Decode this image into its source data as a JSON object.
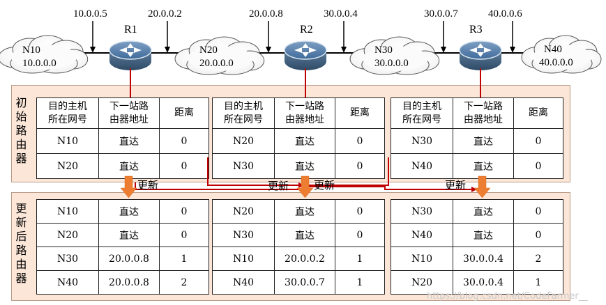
{
  "routers": [
    {
      "name": "R1",
      "left_ip": "10.0.0.5",
      "right_ip": "20.0.0.2"
    },
    {
      "name": "R2",
      "left_ip": "20.0.0.8",
      "right_ip": "30.0.0.4"
    },
    {
      "name": "R3",
      "left_ip": "30.0.0.7",
      "right_ip": "40.0.0.6"
    }
  ],
  "networks": [
    {
      "name": "N10",
      "addr": "10.0.0.0"
    },
    {
      "name": "N20",
      "addr": "20.0.0.0"
    },
    {
      "name": "N30",
      "addr": "30.0.0.0"
    },
    {
      "name": "N40",
      "addr": "40.0.0.0"
    }
  ],
  "labels": {
    "initial": "初始路由器",
    "updated": "更新后路由器",
    "update": "更新"
  },
  "headers": {
    "dest_line1": "目的主机",
    "dest_line2": "所在网号",
    "next_line1": "下一站路",
    "next_line2": "由器地址",
    "distance": "距离"
  },
  "initial_tables": [
    [
      [
        "N10",
        "直达",
        "0"
      ],
      [
        "N20",
        "直达",
        "0"
      ]
    ],
    [
      [
        "N20",
        "直达",
        "0"
      ],
      [
        "N30",
        "直达",
        "0"
      ]
    ],
    [
      [
        "N30",
        "直达",
        "0"
      ],
      [
        "N40",
        "直达",
        "0"
      ]
    ]
  ],
  "updated_tables": [
    [
      [
        "N10",
        "直达",
        "0"
      ],
      [
        "N20",
        "直达",
        "0"
      ],
      [
        "N30",
        "20.0.0.8",
        "1"
      ],
      [
        "N40",
        "20.0.0.8",
        "2"
      ]
    ],
    [
      [
        "N20",
        "直达",
        "0"
      ],
      [
        "N30",
        "直达",
        "0"
      ],
      [
        "N10",
        "20.0.0.2",
        "1"
      ],
      [
        "N40",
        "30.0.0.7",
        "1"
      ]
    ],
    [
      [
        "N30",
        "直达",
        "0"
      ],
      [
        "N40",
        "直达",
        "0"
      ],
      [
        "N10",
        "30.0.0.4",
        "2"
      ],
      [
        "N20",
        "30.0.0.4",
        "1"
      ]
    ]
  ],
  "watermark": "https://blog.csdn.net/CodeFarmer__",
  "colors": {
    "band": "#fbe6d8",
    "red_line": "#c00000",
    "arrow": "#ed7d31"
  }
}
